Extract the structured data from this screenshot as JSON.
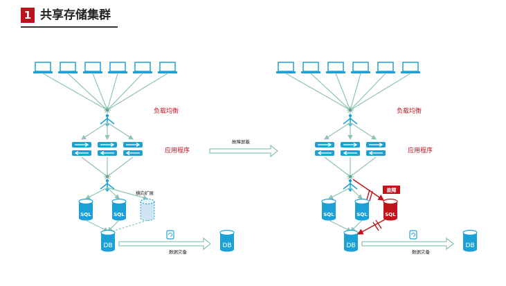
{
  "header": {
    "number": "1",
    "title": "共享存储集群"
  },
  "colors": {
    "accent_blue": "#1ba1d6",
    "line_green": "#8dc3b4",
    "alert_red": "#c0141c",
    "badge_red": "#b8141c"
  },
  "left_diagram": {
    "label_load_balance": "负载均衡",
    "label_application": "应用程序",
    "label_scale_out": "横向扩展",
    "label_backup": "数据灾备",
    "sql_label": "SQL",
    "db_label": "DB",
    "db_backup_label": "DB",
    "client_count": 6,
    "app_server_count": 3,
    "sql_node_count": 2
  },
  "transition": {
    "label": "故障屏蔽"
  },
  "right_diagram": {
    "label_load_balance": "负载均衡",
    "label_application": "应用程序",
    "label_fault": "故障",
    "label_backup": "数据灾备",
    "sql_label": "SQL",
    "sql_failed_label": "SQL",
    "db_label": "DB",
    "db_backup_label": "DB",
    "client_count": 6,
    "app_server_count": 3,
    "sql_node_count": 2
  }
}
